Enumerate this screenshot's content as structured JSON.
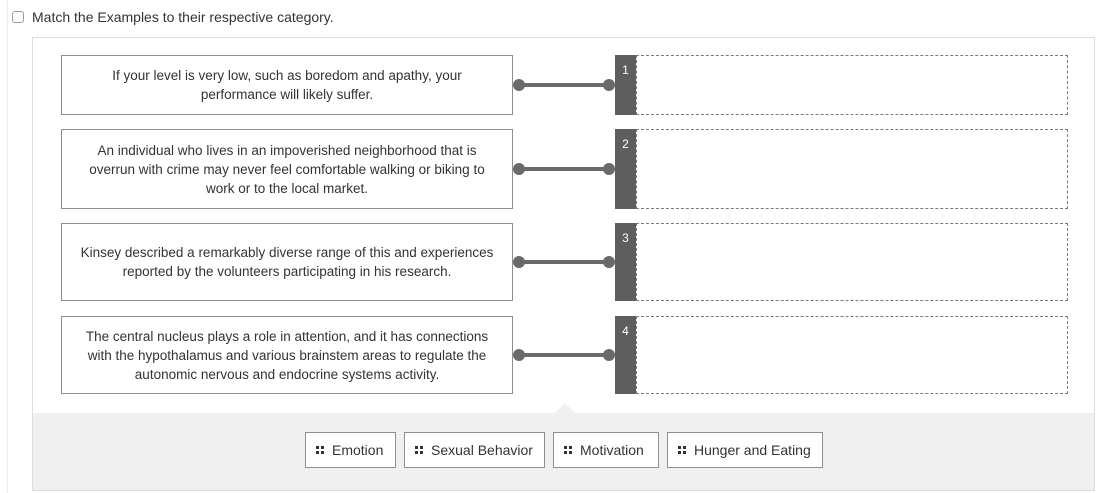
{
  "instruction": {
    "text": "Match the Examples to their respective category."
  },
  "rows": [
    {
      "example": "If your level is very low, such as boredom and apathy, your performance will likely suffer.",
      "number": "1"
    },
    {
      "example": "An individual who lives in an impoverished neighborhood that is overrun with crime may never feel comfortable walking or biking to work or to the local market.",
      "number": "2"
    },
    {
      "example": "Kinsey described a remarkably diverse range of this and experiences reported by the volunteers participating in his research.",
      "number": "3"
    },
    {
      "example": "The central nucleus plays a role in attention, and it has connections with the hypothalamus and various brainstem areas to regulate the autonomic nervous and endocrine systems activity.",
      "number": "4"
    }
  ],
  "categories": [
    "Emotion",
    "Sexual Behavior",
    "Motivation",
    "Hunger and Eating"
  ],
  "icons": {
    "chip": "drag-grip-icon",
    "connector": "connector-line-icon"
  },
  "colors": {
    "tab": "#5e5e5e",
    "connector": "#6a6a6a",
    "tray": "#f0f0f0"
  }
}
